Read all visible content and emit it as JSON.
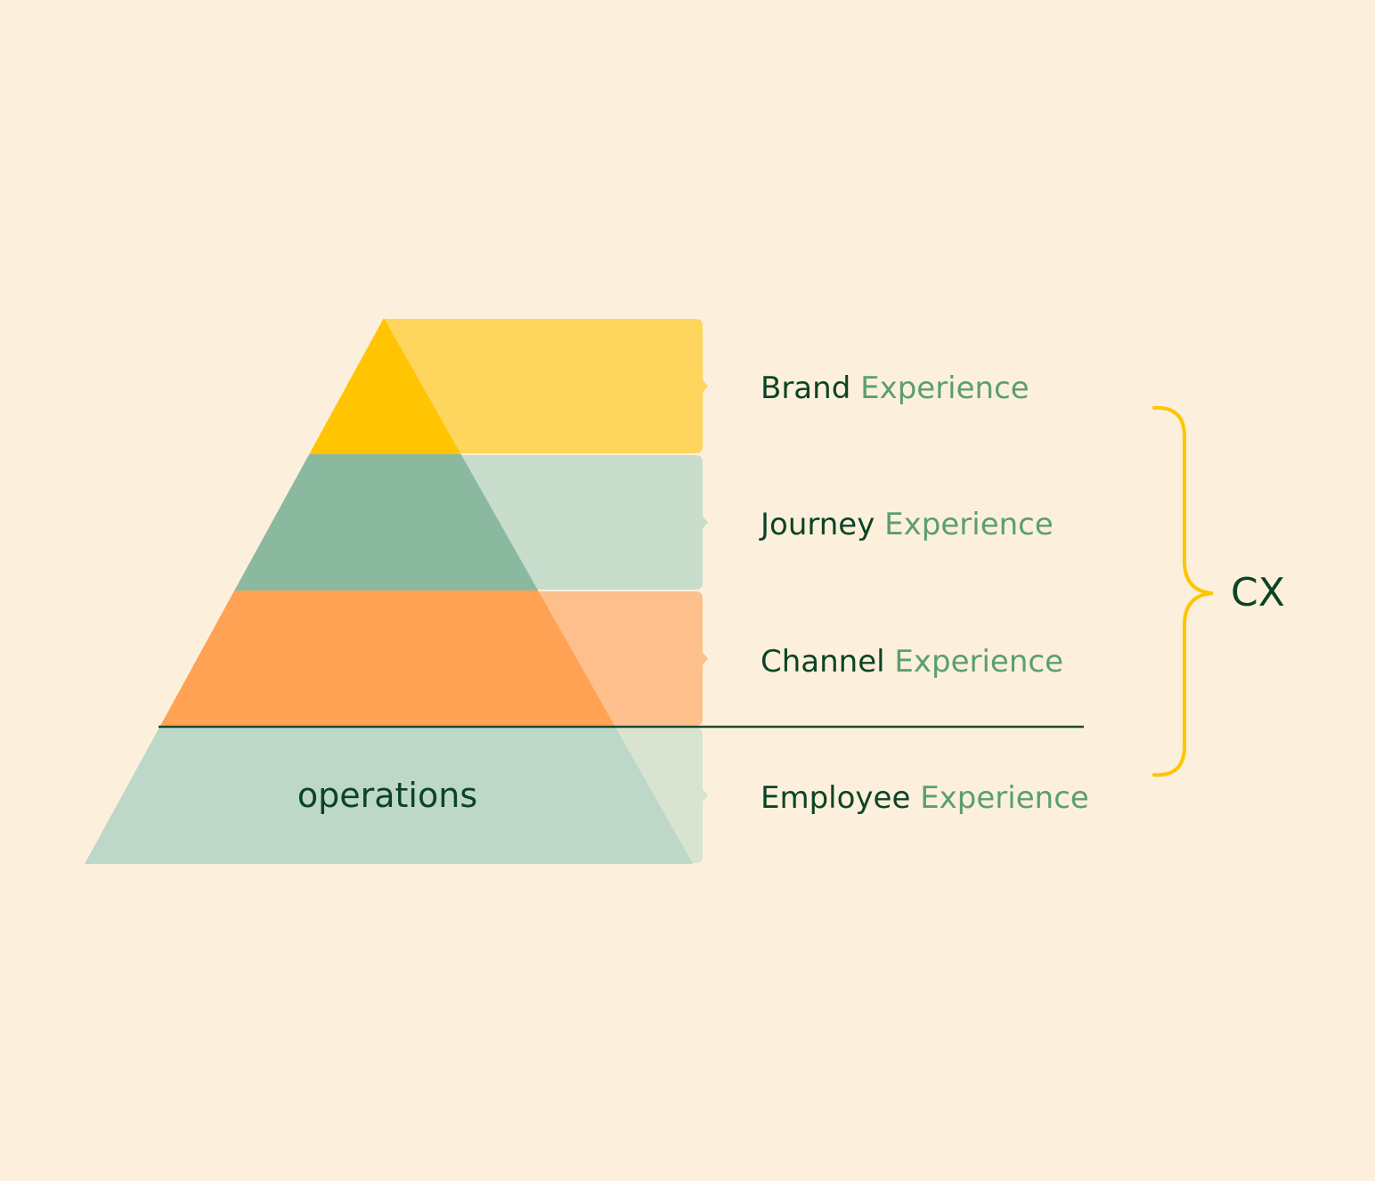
{
  "layers": [
    {
      "strong": "Brand",
      "rest": "Experience",
      "tri_color": "#FFC502",
      "box_color": "#FED65E"
    },
    {
      "strong": "Journey",
      "rest": "Experience",
      "tri_color": "#8AB9A0",
      "box_color": "#C8DDCC"
    },
    {
      "strong": "Channel",
      "rest": "Experience",
      "tri_color": "#FFA254",
      "box_color": "#FDC08C"
    },
    {
      "strong": "Employee",
      "rest": "Experience",
      "tri_color": "#BDD7C8",
      "box_color": "#D8E3D0"
    }
  ],
  "base_label": "operations",
  "bracket_label": "CX",
  "colors": {
    "background": "#FCF0DC",
    "text_dark": "#0B4424",
    "text_light": "#5C9E6F",
    "brace": "#FFC502",
    "divider": "#1C4A2C"
  }
}
